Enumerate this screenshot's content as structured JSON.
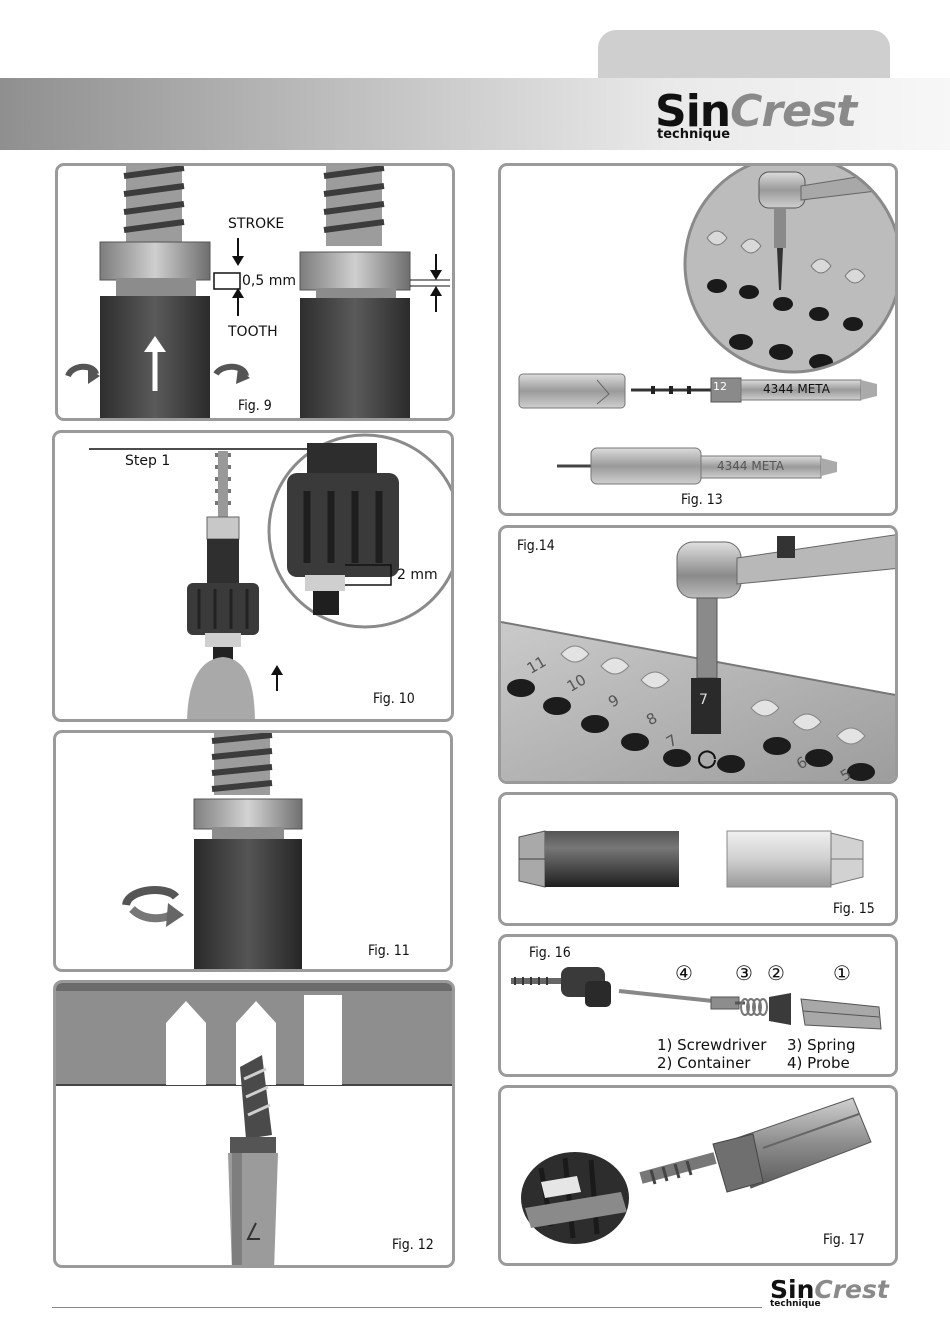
{
  "brand": {
    "sin": "Sin",
    "crest": "Crest",
    "technique": "technique"
  },
  "figures": {
    "fig9": {
      "caption": "Fig. 9",
      "stroke_label": "STROKE",
      "gap_label": "0,5 mm",
      "tooth_label": "TOOTH"
    },
    "fig10": {
      "caption": "Fig. 10",
      "step_label": "Step 1",
      "depth_label": "2 mm"
    },
    "fig11": {
      "caption": "Fig. 11"
    },
    "fig12": {
      "caption": "Fig. 12"
    },
    "fig13": {
      "caption": "Fig. 13",
      "drill_code": "4344 META",
      "drill_size": "12"
    },
    "fig14": {
      "caption": "Fig.14",
      "tray_numbers": [
        "11",
        "10",
        "9",
        "8",
        "7",
        "7",
        "6",
        "5"
      ]
    },
    "fig15": {
      "caption": "Fig. 15"
    },
    "fig16": {
      "caption": "Fig. 16",
      "markers": [
        "④",
        "③",
        "②",
        "①"
      ],
      "legend": [
        "1) Screwdriver",
        "2) Container",
        "3) Spring",
        "4) Probe"
      ]
    },
    "fig17": {
      "caption": "Fig. 17"
    }
  }
}
